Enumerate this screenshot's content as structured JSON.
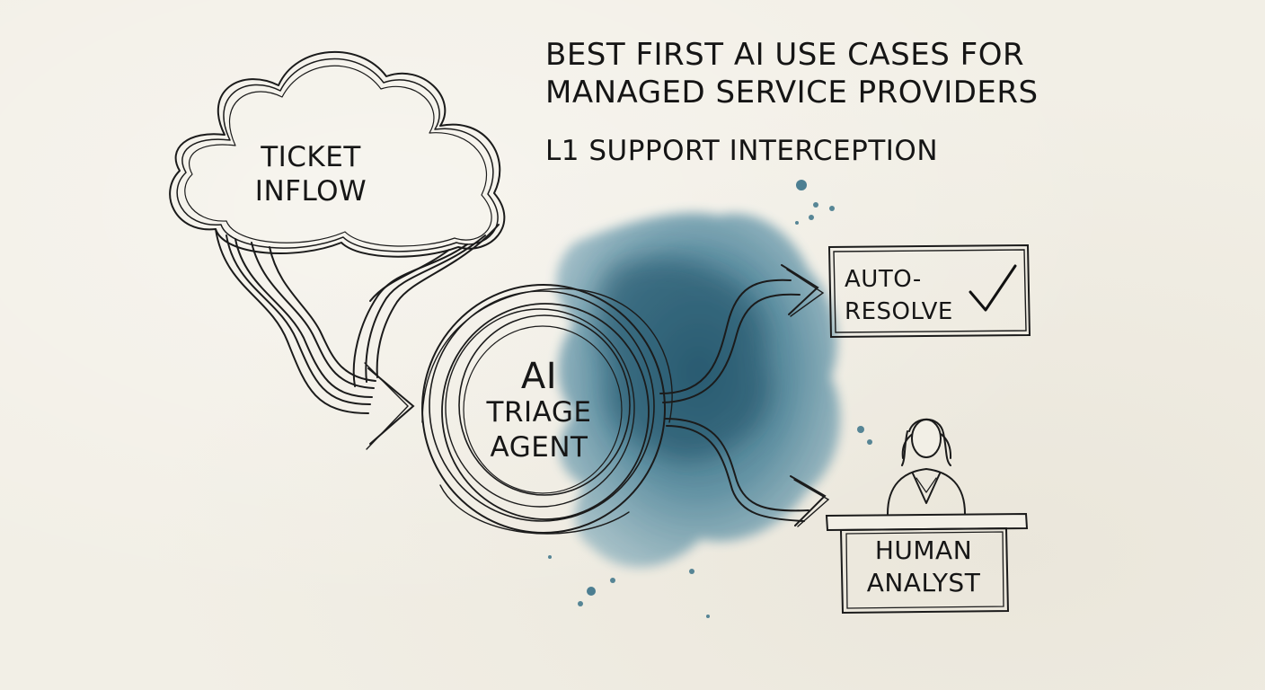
{
  "title": {
    "line1": "BEST FIRST AI USE CASES FOR",
    "line2": "MANAGED SERVICE PROVIDERS"
  },
  "subtitle": "L1 SUPPORT INTERCEPTION",
  "nodes": {
    "inflow": {
      "line1": "TICKET",
      "line2": "INFLOW"
    },
    "agent": {
      "line1": "AI",
      "line2": "TRIAGE",
      "line3": "AGENT"
    },
    "resolve": {
      "line1": "AUTO-",
      "line2": "RESOLVE",
      "check_icon": "checkmark-icon"
    },
    "analyst": {
      "line1": "HUMAN",
      "line2": "ANALYST",
      "person_icon": "person-icon"
    }
  },
  "colors": {
    "paper": "#f2efe6",
    "ink": "#1b1b1b",
    "watercolor": "#2f6b82"
  }
}
